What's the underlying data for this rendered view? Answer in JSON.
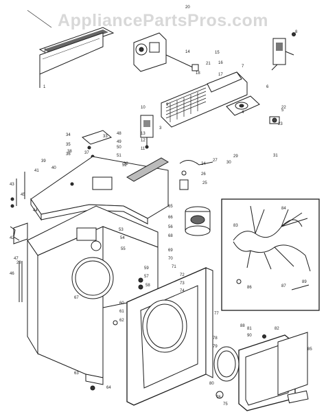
{
  "watermark": "AppliancePartsPros.com",
  "callouts": [
    {
      "id": "c1",
      "text": "1"
    },
    {
      "id": "c2",
      "text": "2"
    },
    {
      "id": "c3",
      "text": "3"
    },
    {
      "id": "c4",
      "text": "4"
    },
    {
      "id": "c5",
      "text": "5"
    },
    {
      "id": "c6",
      "text": "6"
    },
    {
      "id": "c7",
      "text": "7"
    },
    {
      "id": "c8",
      "text": "8"
    },
    {
      "id": "c9",
      "text": "9"
    },
    {
      "id": "c10",
      "text": "10"
    },
    {
      "id": "c11",
      "text": "11"
    },
    {
      "id": "c12",
      "text": "12"
    },
    {
      "id": "c13",
      "text": "13"
    },
    {
      "id": "c14",
      "text": "14"
    },
    {
      "id": "c15",
      "text": "15"
    },
    {
      "id": "c16",
      "text": "16"
    },
    {
      "id": "c17",
      "text": "17"
    },
    {
      "id": "c18",
      "text": "18"
    },
    {
      "id": "c20",
      "text": "20"
    },
    {
      "id": "c21",
      "text": "21"
    },
    {
      "id": "c22",
      "text": "22"
    },
    {
      "id": "c23",
      "text": "23"
    },
    {
      "id": "c24",
      "text": "24"
    },
    {
      "id": "c25",
      "text": "25"
    },
    {
      "id": "c26",
      "text": "26"
    },
    {
      "id": "c27",
      "text": "27"
    },
    {
      "id": "c28",
      "text": "28"
    },
    {
      "id": "c29",
      "text": "29"
    },
    {
      "id": "c30",
      "text": "30"
    },
    {
      "id": "c31",
      "text": "31"
    },
    {
      "id": "c32",
      "text": "32"
    },
    {
      "id": "c33",
      "text": "33"
    },
    {
      "id": "c34",
      "text": "34"
    },
    {
      "id": "c35",
      "text": "35"
    },
    {
      "id": "c36",
      "text": "36"
    },
    {
      "id": "c37",
      "text": "37"
    },
    {
      "id": "c38",
      "text": "38"
    },
    {
      "id": "c39",
      "text": "39"
    },
    {
      "id": "c40",
      "text": "40"
    },
    {
      "id": "c41",
      "text": "41"
    },
    {
      "id": "c42",
      "text": "42"
    },
    {
      "id": "c43",
      "text": "43"
    },
    {
      "id": "c44",
      "text": "44"
    },
    {
      "id": "c45",
      "text": "45"
    },
    {
      "id": "c46",
      "text": "46"
    },
    {
      "id": "c47",
      "text": "47"
    },
    {
      "id": "c48",
      "text": "48"
    },
    {
      "id": "c49",
      "text": "49"
    },
    {
      "id": "c50",
      "text": "50"
    },
    {
      "id": "c51",
      "text": "51"
    },
    {
      "id": "c52",
      "text": "52"
    },
    {
      "id": "c53",
      "text": "53"
    },
    {
      "id": "c54",
      "text": "54"
    },
    {
      "id": "c55",
      "text": "55"
    },
    {
      "id": "c56",
      "text": "56"
    },
    {
      "id": "c57",
      "text": "57"
    },
    {
      "id": "c58",
      "text": "58"
    },
    {
      "id": "c59",
      "text": "59"
    },
    {
      "id": "c60",
      "text": "60"
    },
    {
      "id": "c61",
      "text": "61"
    },
    {
      "id": "c62",
      "text": "62"
    },
    {
      "id": "c63",
      "text": "63"
    },
    {
      "id": "c64",
      "text": "64"
    },
    {
      "id": "c65",
      "text": "65"
    },
    {
      "id": "c66",
      "text": "66"
    },
    {
      "id": "c67",
      "text": "67"
    },
    {
      "id": "c68",
      "text": "68"
    },
    {
      "id": "c69",
      "text": "69"
    },
    {
      "id": "c70",
      "text": "70"
    },
    {
      "id": "c71",
      "text": "71"
    },
    {
      "id": "c72",
      "text": "72"
    },
    {
      "id": "c73",
      "text": "73"
    },
    {
      "id": "c74",
      "text": "74"
    },
    {
      "id": "c75",
      "text": "75"
    },
    {
      "id": "c76",
      "text": "76"
    },
    {
      "id": "c77",
      "text": "77"
    },
    {
      "id": "c78",
      "text": "78"
    },
    {
      "id": "c79",
      "text": "79"
    },
    {
      "id": "c80",
      "text": "80"
    },
    {
      "id": "c81",
      "text": "81"
    },
    {
      "id": "c82",
      "text": "82"
    },
    {
      "id": "c83",
      "text": "83"
    },
    {
      "id": "c84",
      "text": "84"
    },
    {
      "id": "c85",
      "text": "85"
    },
    {
      "id": "c86",
      "text": "86"
    },
    {
      "id": "c87",
      "text": "87"
    },
    {
      "id": "c88",
      "text": "88"
    },
    {
      "id": "c89",
      "text": "89"
    },
    {
      "id": "c90",
      "text": "90"
    }
  ]
}
